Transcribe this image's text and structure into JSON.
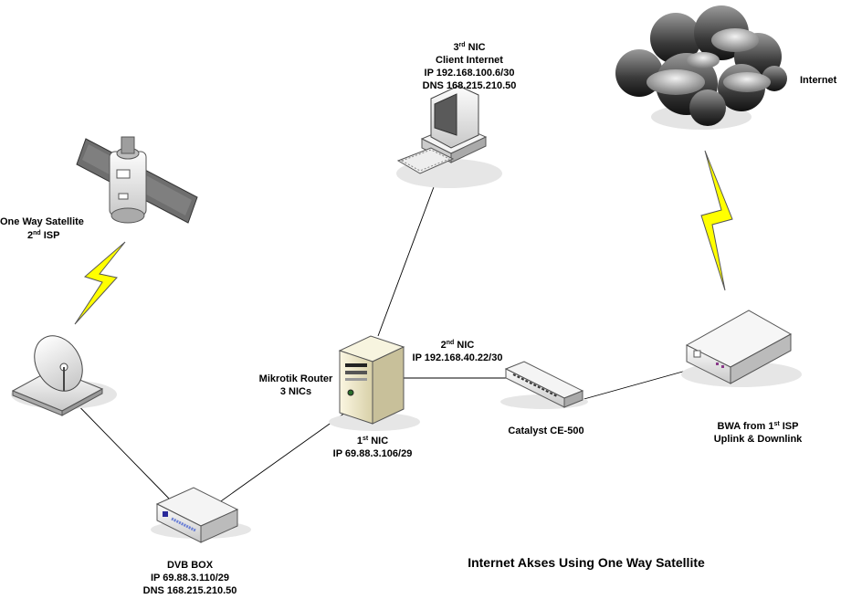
{
  "title": "Internet Akses Using One Way Satellite",
  "nodes": {
    "internet": {
      "label": "Internet"
    },
    "client": {
      "nic_num": "3",
      "nic_sup": "rd",
      "nic_text": " NIC",
      "line2": "Client Internet",
      "line3": "IP 192.168.100.6/30",
      "line4": "DNS 168.215.210.50"
    },
    "satellite": {
      "line1": "One Way Satellite",
      "num": "2",
      "sup": "nd",
      "text": " ISP"
    },
    "router": {
      "line1": "Mikrotik Router",
      "line2": "3 NICs",
      "nic1_num": "1",
      "nic1_sup": "st",
      "nic1_text": " NIC",
      "nic1_ip": "IP 69.88.3.106/29",
      "nic2_num": "2",
      "nic2_sup": "nd",
      "nic2_text": " NIC",
      "nic2_ip": "IP 192.168.40.22/30"
    },
    "switch": {
      "label": "Catalyst CE-500"
    },
    "bwa": {
      "line1_pre": "BWA from 1",
      "line1_sup": "st",
      "line1_post": " ISP",
      "line2": "Uplink & Downlink"
    },
    "dvb": {
      "line1": "DVB BOX",
      "line2": "IP 69.88.3.110/29",
      "line3": "DNS 168.215.210.50"
    }
  }
}
